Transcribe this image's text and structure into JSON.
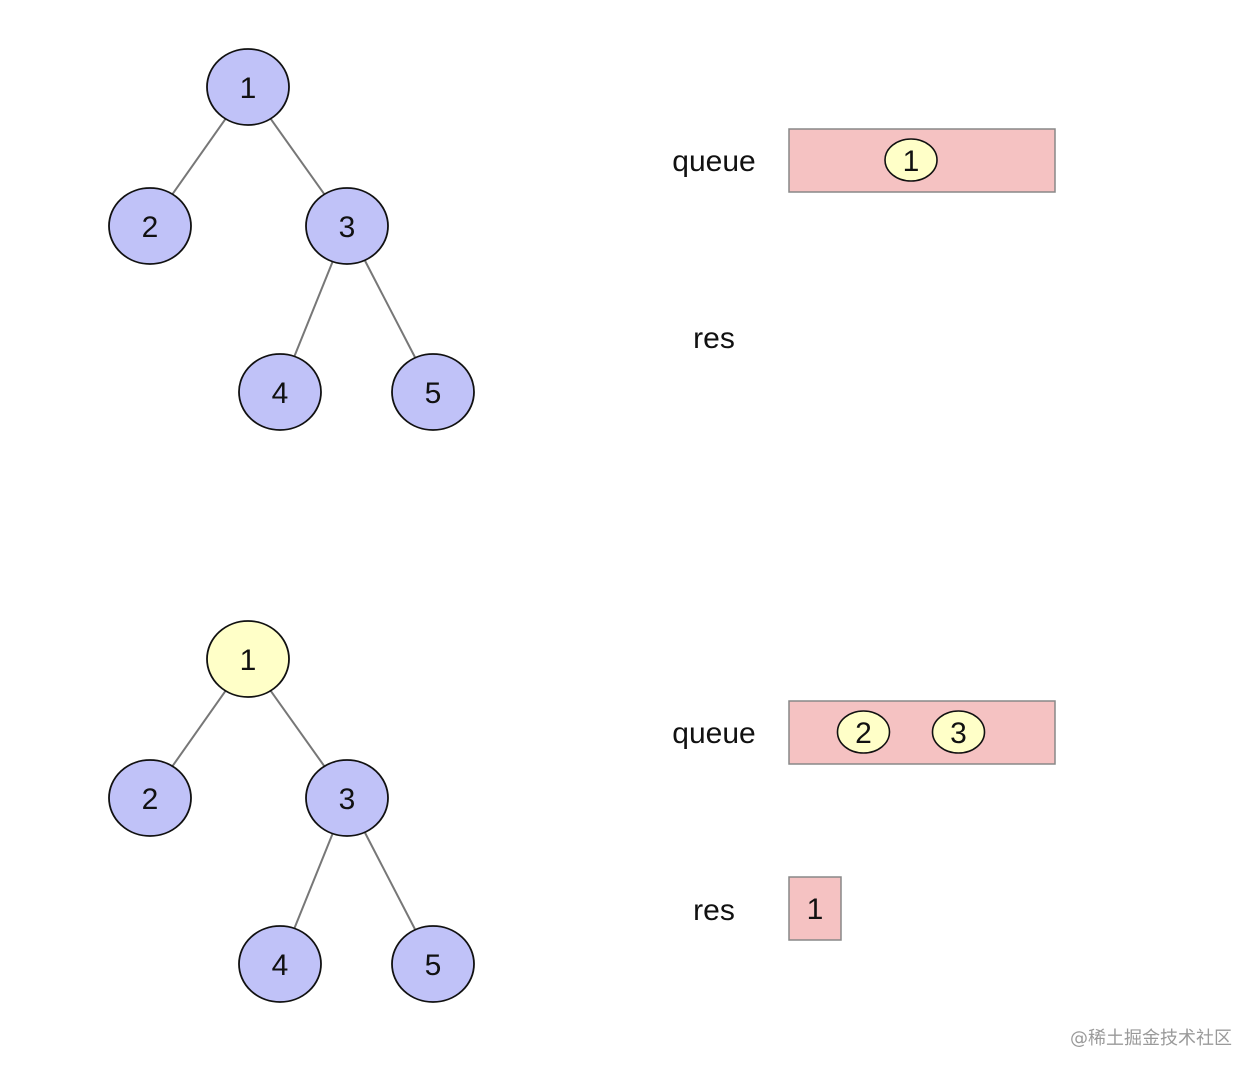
{
  "colors": {
    "node_default": "#c0c2f8",
    "node_highlight": "#ffffc8",
    "queue_fill": "#f5c2c2",
    "res_fill": "#f5c2c2",
    "stroke": "#111111",
    "edge": "#777777",
    "box_stroke": "#888888"
  },
  "steps": [
    {
      "tree": {
        "nodes": [
          {
            "id": "1",
            "label": "1",
            "state": "default"
          },
          {
            "id": "2",
            "label": "2",
            "state": "default"
          },
          {
            "id": "3",
            "label": "3",
            "state": "default"
          },
          {
            "id": "4",
            "label": "4",
            "state": "default"
          },
          {
            "id": "5",
            "label": "5",
            "state": "default"
          }
        ],
        "edges": [
          [
            "1",
            "2"
          ],
          [
            "1",
            "3"
          ],
          [
            "3",
            "4"
          ],
          [
            "3",
            "5"
          ]
        ]
      },
      "queue_label": "queue",
      "queue_items": [
        "1"
      ],
      "res_label": "res",
      "res_items": []
    },
    {
      "tree": {
        "nodes": [
          {
            "id": "1",
            "label": "1",
            "state": "highlight"
          },
          {
            "id": "2",
            "label": "2",
            "state": "default"
          },
          {
            "id": "3",
            "label": "3",
            "state": "default"
          },
          {
            "id": "4",
            "label": "4",
            "state": "default"
          },
          {
            "id": "5",
            "label": "5",
            "state": "default"
          }
        ],
        "edges": [
          [
            "1",
            "2"
          ],
          [
            "1",
            "3"
          ],
          [
            "3",
            "4"
          ],
          [
            "3",
            "5"
          ]
        ]
      },
      "queue_label": "queue",
      "queue_items": [
        "2",
        "3"
      ],
      "res_label": "res",
      "res_items": [
        "1"
      ]
    }
  ],
  "watermark": "@稀土掘金技术社区"
}
